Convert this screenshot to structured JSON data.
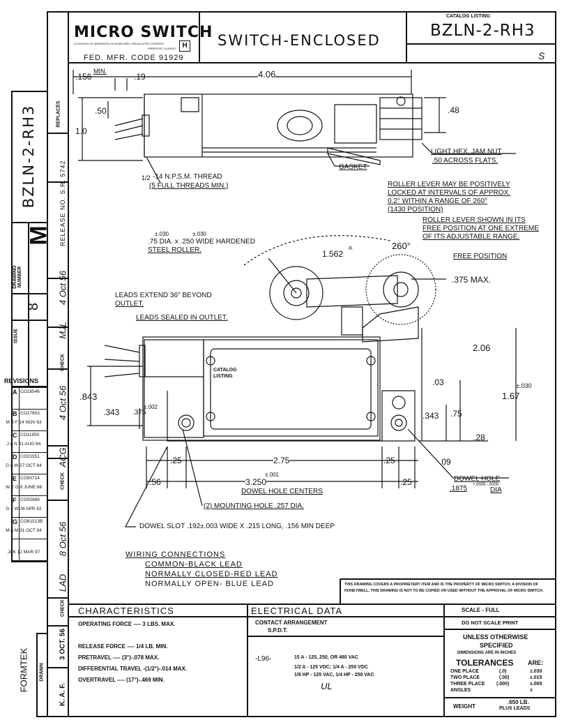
{
  "title_block": {
    "company_logo": "MICRO SWITCH",
    "company_sub": "A DIVISION OF MINNEAPOLIS-HONEYWELL REGULATOR COMPANY",
    "company_city": "FREEPORT, ILLINOIS",
    "fed_code": "FED. MFR. CODE 91929",
    "title": "SWITCH-ENCLOSED",
    "catalog_label": "CATALOG LISTING",
    "catalog_number": "BZLN-2-RH3",
    "revision_mark": "S"
  },
  "side_strip": {
    "replaces": "REPLACES",
    "drawing_number_vertical": "BZLN-2-RH3",
    "release_no": "RELEASE NO. S.R. 5742",
    "letter": "M",
    "drawing_number_label": "DRAWING NUMBER",
    "release_date": "4 Oct 56",
    "issue_label": "ISSUE",
    "issue": "8",
    "check1": "CHECK",
    "check1_sig": "MJL",
    "date2": "4 Oct 56",
    "check2": "CHECK",
    "check2_sig": "ACG",
    "date3": "8 Oct 56",
    "check3_sig": "LAD",
    "check3": "CHECK",
    "date4": "3 OCT. 56",
    "drawn_label": "DRAWN",
    "drawn_by": "K. A. F.",
    "formtek": "FORMTEK"
  },
  "revisions": {
    "header": "REVISIONS",
    "rows": [
      {
        "letter": "A",
        "ref": "CO18546",
        "note": ""
      },
      {
        "letter": "B",
        "ref": "CO17653",
        "note": "M B F 14 NOV 63"
      },
      {
        "letter": "C",
        "ref": "CO11950",
        "note": "J A N 31 AUG 64"
      },
      {
        "letter": "D",
        "ref": "CO21551",
        "note": "D A W 27 OCT 64"
      },
      {
        "letter": "E",
        "ref": "CO50714",
        "note": "W E G 9 JUNE 66"
      },
      {
        "letter": "F",
        "ref": "CO55988",
        "note": "G J W 26 APR 82"
      },
      {
        "letter": "G",
        "ref": "CO81513B",
        "note": "M A M 31 OCT 84"
      },
      {
        "letter": "",
        "ref": "",
        "note": "JAK 12 MAR 97"
      }
    ]
  },
  "dimensions": {
    "d156min": ".156",
    "min": "MIN.",
    "d19": ".19",
    "d406": "4.06",
    "d50": ".50",
    "d10": "1.0",
    "d48": ".48",
    "jamnut1": "LIGHT HEX. JAM NUT",
    "jamnut2": ".50 ACROSS FLATS.",
    "gasket": "GASKET",
    "thread_frac": "1/2",
    "thread1": "-14 N.P.S.M. THREAD",
    "thread2": "(5 FULL THREADS MIN.)",
    "roller_lever1": "ROLLER LEVER MAY BE POSITIVELY",
    "roller_lever2": "LOCKED AT INTERVALS OF APPROX.",
    "roller_lever3": "0.2° WITHIN A RANGE OF 260°",
    "roller_lever4": "(1430 POSITION)",
    "roller_shown1": "ROLLER LEVER SHOWN IN ITS",
    "roller_shown2": "FREE POSITION AT ONE EXTREME",
    "roller_shown3": "OF ITS ADJUSTABLE RANGE.",
    "tol030a": "±.030",
    "tol030b": "±.030",
    "roller_dim": ".75 DIA. x .250 WIDE HARDENED",
    "roller_dim2": "STEEL ROLLER.",
    "radius": "1.562",
    "r": "R.",
    "deg260": "260°",
    "free_pos": "FREE POSITION",
    "d375max": ".375 MAX.",
    "leads_extend1": "LEADS EXTEND 36\" BEYOND",
    "leads_extend2": "OUTLET.",
    "leads_sealed": "LEADS SEALED IN OUTLET.",
    "plate_label1": "CATALOG",
    "plate_label2": "LISTING",
    "d206": "2.06",
    "d03": ".03",
    "d843": ".843",
    "tol030c": "±.030",
    "d167": "1.67",
    "d343a": ".343",
    "d375": ".375",
    "tol002": "±.002",
    "d343b": ".343",
    "d75": ".75",
    "d28": ".28",
    "d09": ".09",
    "d25a": ".25",
    "d275": "2.75",
    "d25b": ".25",
    "d56": ".56",
    "tol001": "±.001",
    "d3250": "3.250",
    "d25c": ".25",
    "dowel_centers": "DOWEL HOLE CENTERS",
    "dowel_hole": "DOWEL HOLE",
    "dowel_dia": ".1875",
    "dowel_tol": "+.0005 -.0000",
    "dia": "DIA",
    "mounting_hole": "(2) MOUNTING HOLE .257 DIA.",
    "dowel_slot": "DOWEL SLOT .192±.003 WIDE X .215 LONG, .156 MIN DEEP"
  },
  "wiring": {
    "title": "WIRING CONNECTIONS",
    "common": "COMMON-BLACK LEAD",
    "nc": "NORMALLY CLOSED-RED LEAD",
    "no": "NORMALLY OPEN- BLUE LEAD"
  },
  "proprietary": "THIS DRAWING COVERS A PROPRIETARY ITEM AND IS THE PROPERTY OF MICRO SWITCH, A DIVISION OF HONEYWELL. THIS DRAWING IS NOT TO BE COPIED OR USED WITHOUT THE APPROVAL OF MICRO SWITCH.",
  "characteristics": {
    "header": "CHARACTERISTICS",
    "operating": "OPERATING FORCE ---- 3 LBS. MAX.",
    "release": "RELEASE FORCE ---- 1/4 LB. MIN.",
    "pretravel": "PRETRAVEL ---- (3°)-.078 MAX.",
    "differential": "DIFFERENTIAL TRAVEL -(1/2°)-.014 MAX.",
    "overtravel": "OVERTRAVEL ---- (17°)-.469 MIN."
  },
  "electrical": {
    "header": "ELECTRICAL DATA",
    "contact_label": "CONTACT ARRANGEMENT",
    "contact_value": "S.P.D.T.",
    "model": "-L96-",
    "rating1": "15 A - 125, 250, OR 480 VAC",
    "rating2": "1/2 A - 125 VDC; 1/4 A - 250 VDC",
    "rating3": "1/8 HP - 125 VAC, 1/4 HP - 250 VAC",
    "ul_mark": "UL"
  },
  "tolerances": {
    "scale": "SCALE - FULL",
    "no_scale": "DO NOT SCALE PRINT",
    "unless1": "UNLESS OTHERWISE",
    "unless2": "SPECIFIED",
    "dims_in": "DIMENSIONS ARE IN INCHES",
    "tol_header": "TOLERANCES",
    "are": "ARE:",
    "one_place": "ONE PLACE",
    "one_fmt": "(.0)",
    "one_val": "±.030",
    "two_place": "TWO PLACE",
    "two_fmt": "(.00)",
    "two_val": "±.015",
    "three_place": "THREE PLACE",
    "three_fmt": "(.000)",
    "three_val": "±.005",
    "angles": "ANGLES",
    "angles_val": "±",
    "weight_label": "WEIGHT",
    "weight_value": ".650 LB.",
    "weight_note": "PLUS LEADS"
  }
}
